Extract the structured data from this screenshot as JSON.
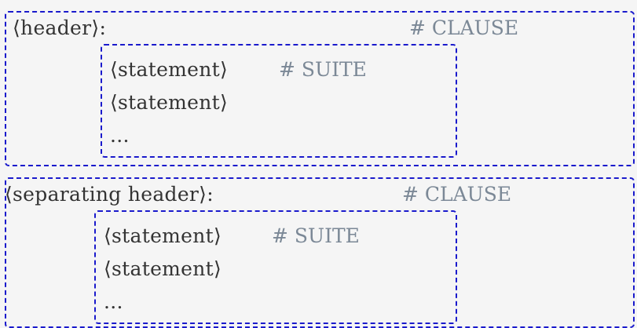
{
  "clauses": [
    {
      "header": "⟨header⟩:",
      "clause_comment": "# CLAUSE",
      "suite": {
        "lines": [
          "⟨statement⟩",
          "⟨statement⟩",
          "..."
        ],
        "suite_comment": "# SUITE"
      }
    },
    {
      "header": "⟨separating header⟩:",
      "clause_comment": "# CLAUSE",
      "suite": {
        "lines": [
          "⟨statement⟩",
          "⟨statement⟩",
          "..."
        ],
        "suite_comment": "# SUITE"
      }
    }
  ],
  "colors": {
    "border": "#1a1acc",
    "text": "#333333",
    "comment": "#7b8896",
    "background": "#f5f5f5"
  }
}
